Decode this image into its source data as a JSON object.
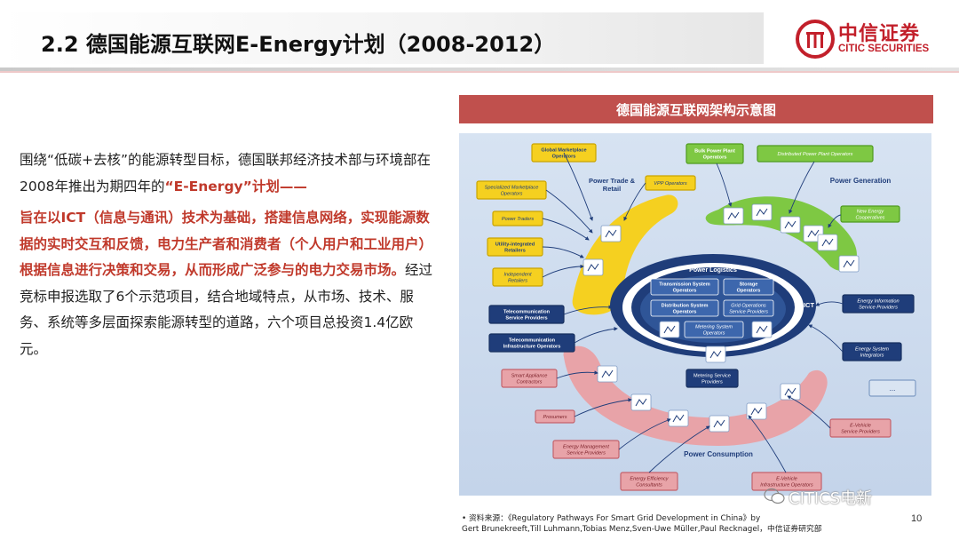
{
  "header": {
    "title": "2.2 德国能源互联网E-Energy计划（2008-2012）",
    "logo_cn": "中信证券",
    "logo_en": "CITIC SECURITIES"
  },
  "body": {
    "p1_a": "围绕“低碳+去核”的能源转型目标，德国联邦经济技术部与环境部在2008年推出为期四年的",
    "p1_b": "“E-Energy”计划——",
    "p2_red": "旨在以ICT（信息与通讯）技术为基础，搭建信息网络，实现能源数据的实时交互和反馈，电力生产者和消费者（个人用户和工业用户）根据信息进行决策和交易，从而形成广泛参与的电力交易市场。",
    "p2_rest": "经过竞标申报选取了6个示范项目，结合地域特点，从市场、技术、服务、系统等多层面探索能源转型的道路，六个项目总投资1.4亿欧元。"
  },
  "figure": {
    "title": "德国能源互联网架构示意图",
    "sections": {
      "trade": "Power Trade &\nRetail",
      "generation": "Power Generation",
      "consumption": "Power Consumption",
      "ict": "ICT"
    },
    "core": {
      "logistics": "Power Logistics",
      "boxes": [
        "Transmission System\nOperators",
        "Storage\nOperators",
        "Distribution System\nOperators",
        "Grid Operations\nService Providers",
        "Metering System\nOperators"
      ],
      "metering_service": "Metering Service\nProviders"
    },
    "yellow_boxes": [
      "Global Marketplace\nOperators",
      "Specialized Marketplace\nOperators",
      "VPP Operators",
      "Power Traders",
      "Utility-integrated\nRetailers",
      "Independent\nRetailers"
    ],
    "green_boxes": [
      "Bulk Power Plant\nOperators",
      "Distributed Power Plant Operators",
      "New Energy\nCooperatives"
    ],
    "blue_boxes": [
      "Telecommunication\nService Providers",
      "Telecommunication\nInfrastructure Operators",
      "Energy Information\nService Providers",
      "Energy System\nIntegrators",
      "..."
    ],
    "pink_boxes": [
      "Smart Appliance\nContractors",
      "Prosumers",
      "Energy Management\nService Providers",
      "Energy Efficiency\nConsultants",
      "E-Vehicle\nInfrastructure Operators",
      "E-Vehicle\nService Providers"
    ]
  },
  "footer": {
    "source_line1": "• 资料来源：《Regulatory Pathways For Smart Grid Development in China》by",
    "source_line2": "Gert Brunekreeft,Till Luhmann,Tobias Menz,Sven-Uwe Müller,Paul Recknagel，中信证券研究部",
    "page": "10",
    "watermark": "CITICS电新"
  },
  "colors": {
    "accent_red": "#c0504d",
    "logo_red": "#c21f2a",
    "yellow": "#f5d020",
    "green": "#7ec843",
    "navy": "#1f3d7a",
    "pink": "#e8a3a8"
  }
}
